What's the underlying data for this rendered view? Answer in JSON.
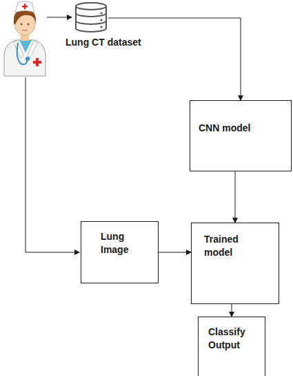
{
  "diagram": {
    "nodes": [
      {
        "text": [
          "Lung CT dataset"
        ]
      },
      {
        "text": [
          "CNN model"
        ]
      },
      {
        "text": [
          "Lung Image"
        ]
      },
      {
        "text": [
          "Trained model"
        ]
      },
      {
        "text": [
          "Classify Output"
        ]
      }
    ],
    "edges": [
      {
        "from": 0,
        "to": 1,
        "arrow": "to"
      },
      {
        "from": 1,
        "to": 3,
        "arrow": "to"
      },
      {
        "from": 2,
        "to": 3,
        "arrow": "to"
      },
      {
        "from": 3,
        "to": 4,
        "arrow": "to"
      }
    ]
  }
}
